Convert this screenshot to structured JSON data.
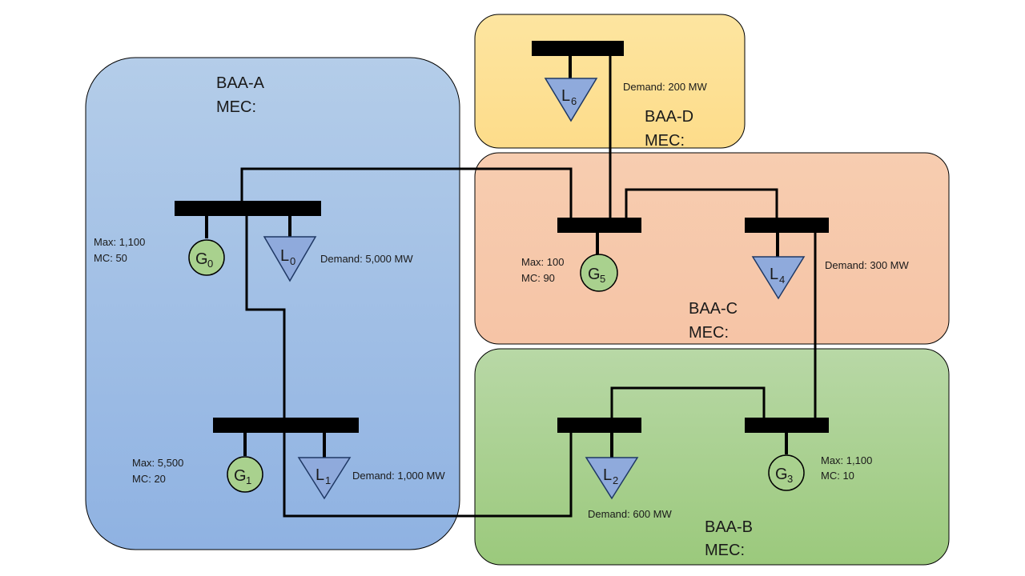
{
  "areas": [
    {
      "id": "A",
      "name": "BAA-A",
      "mec_label": "MEC:",
      "color_top": "#b4cde9",
      "color_bottom": "#8fb2e2"
    },
    {
      "id": "B",
      "name": "BAA-B",
      "mec_label": "MEC:",
      "color_top": "#b8d8a6",
      "color_bottom": "#9bc97c"
    },
    {
      "id": "C",
      "name": "BAA-C",
      "mec_label": "MEC:",
      "color_top": "#f7cdb0",
      "color_bottom": "#f6c4a6"
    },
    {
      "id": "D",
      "name": "BAA-D",
      "mec_label": "MEC:",
      "color_top": "#fde5a0",
      "color_bottom": "#fddc8a"
    }
  ],
  "generators": [
    {
      "id": "G0",
      "letter": "G",
      "sub": "0",
      "max_label": "Max: 1,100",
      "mc_label": "MC: 50",
      "fill": "#a9d18e"
    },
    {
      "id": "G1",
      "letter": "G",
      "sub": "1",
      "max_label": "Max: 5,500",
      "mc_label": "MC: 20",
      "fill": "#a9d18e"
    },
    {
      "id": "G3",
      "letter": "G",
      "sub": "3",
      "max_label": "Max: 1,100",
      "mc_label": "MC: 10",
      "fill": "#a9d18e"
    },
    {
      "id": "G5",
      "letter": "G",
      "sub": "5",
      "max_label": "Max: 100",
      "mc_label": "MC: 90",
      "fill": "#a9d18e"
    }
  ],
  "loads": [
    {
      "id": "L0",
      "letter": "L",
      "sub": "0",
      "demand_label": "Demand: 5,000 MW"
    },
    {
      "id": "L1",
      "letter": "L",
      "sub": "1",
      "demand_label": "Demand: 1,000 MW"
    },
    {
      "id": "L2",
      "letter": "L",
      "sub": "2",
      "demand_label": "Demand: 600 MW"
    },
    {
      "id": "L4",
      "letter": "L",
      "sub": "4",
      "demand_label": "Demand: 300 MW"
    },
    {
      "id": "L6",
      "letter": "L",
      "sub": "6",
      "demand_label": "Demand: 200 MW"
    }
  ]
}
